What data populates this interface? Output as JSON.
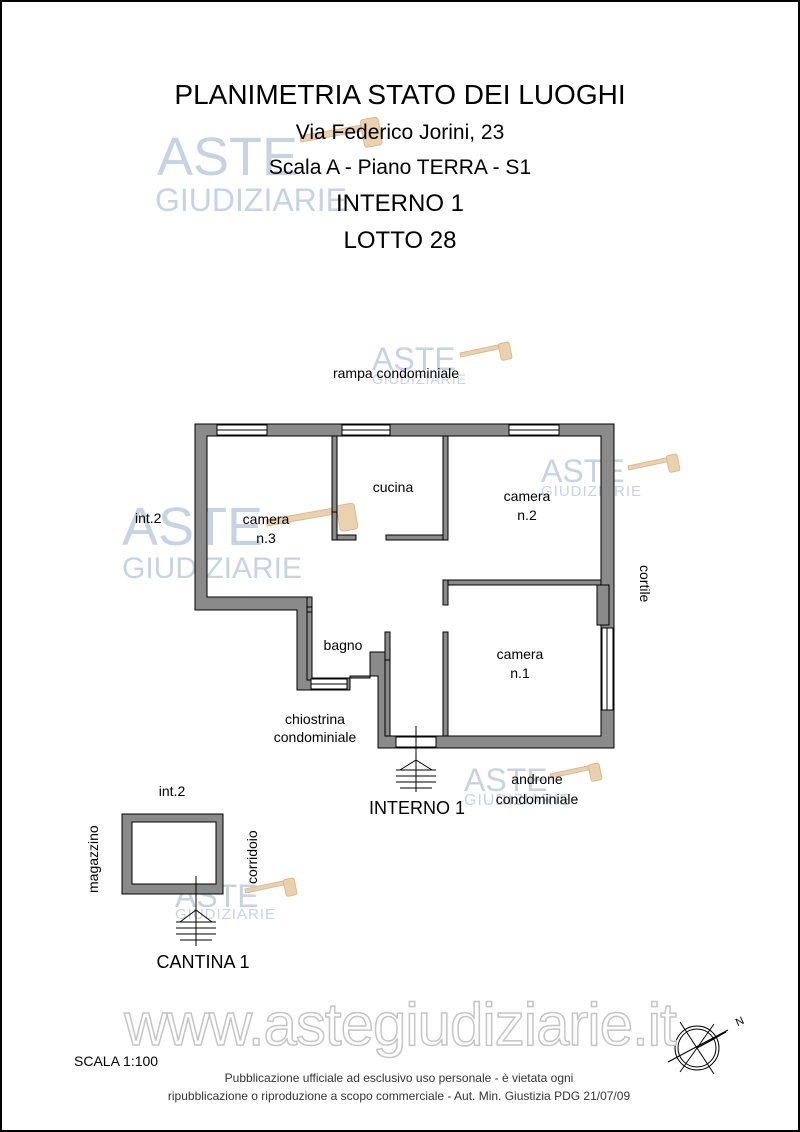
{
  "header": {
    "title": "PLANIMETRIA STATO DEI LUOGHI",
    "address": "Via Federico Jorini, 23",
    "floor": "Scala A - Piano TERRA - S1",
    "unit": "INTERNO 1",
    "lot": "LOTTO 28"
  },
  "watermark": {
    "brand_top": "ASTE",
    "brand_bottom": "GIUDIZIARIE",
    "url": "www.astegiudiziarie.it"
  },
  "apartment": {
    "rooms": {
      "cucina": "cucina",
      "camera2_a": "camera",
      "camera2_b": "n.2",
      "camera3_a": "camera",
      "camera3_b": "n.3",
      "bagno": "bagno",
      "camera1_a": "camera",
      "camera1_b": "n.1"
    },
    "surroundings": {
      "rampa": "rampa condominiale",
      "int2": "int.2",
      "cortile": "cortile",
      "chiostrina_a": "chiostrina",
      "chiostrina_b": "condominiale",
      "androne_a": "androne",
      "androne_b": "condominiale"
    },
    "entrance_label": "INTERNO 1"
  },
  "cellar": {
    "int2": "int.2",
    "magazzino": "magazzino",
    "corridoio": "corridoio",
    "label": "CANTINA 1"
  },
  "footer": {
    "scale": "SCALA 1:100",
    "notice_line1": "Pubblicazione ufficiale ad esclusivo uso personale - è vietata ogni",
    "notice_line2": "ripubblicazione o riproduzione a scopo commerciale - Aut. Min. Giustizia PDG 21/07/09",
    "north": "N"
  },
  "colors": {
    "wall": "#7a7a7a",
    "watermark": "#c7d3e3",
    "gavel": "#e8c9a0"
  }
}
